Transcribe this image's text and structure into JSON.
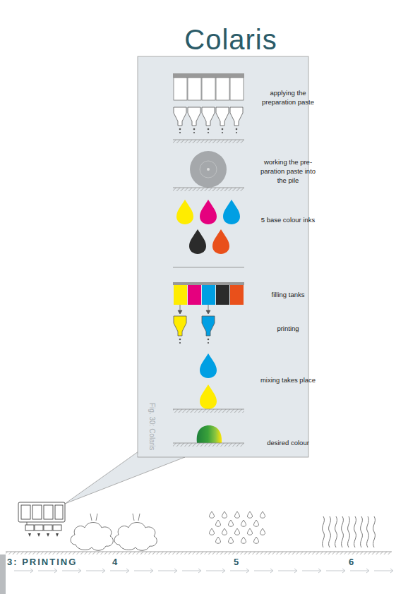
{
  "diagram": {
    "title": "Colaris",
    "caption": "Fig. 30: Colaris",
    "labels": [
      "applying the preparation paste",
      "working the pre- paration paste into the pile",
      "5 base colour inks",
      "filling tanks",
      "printing",
      "mixing takes place",
      "desired colour",
      "3: PRINTING",
      "4",
      "5",
      "6"
    ]
  }
}
